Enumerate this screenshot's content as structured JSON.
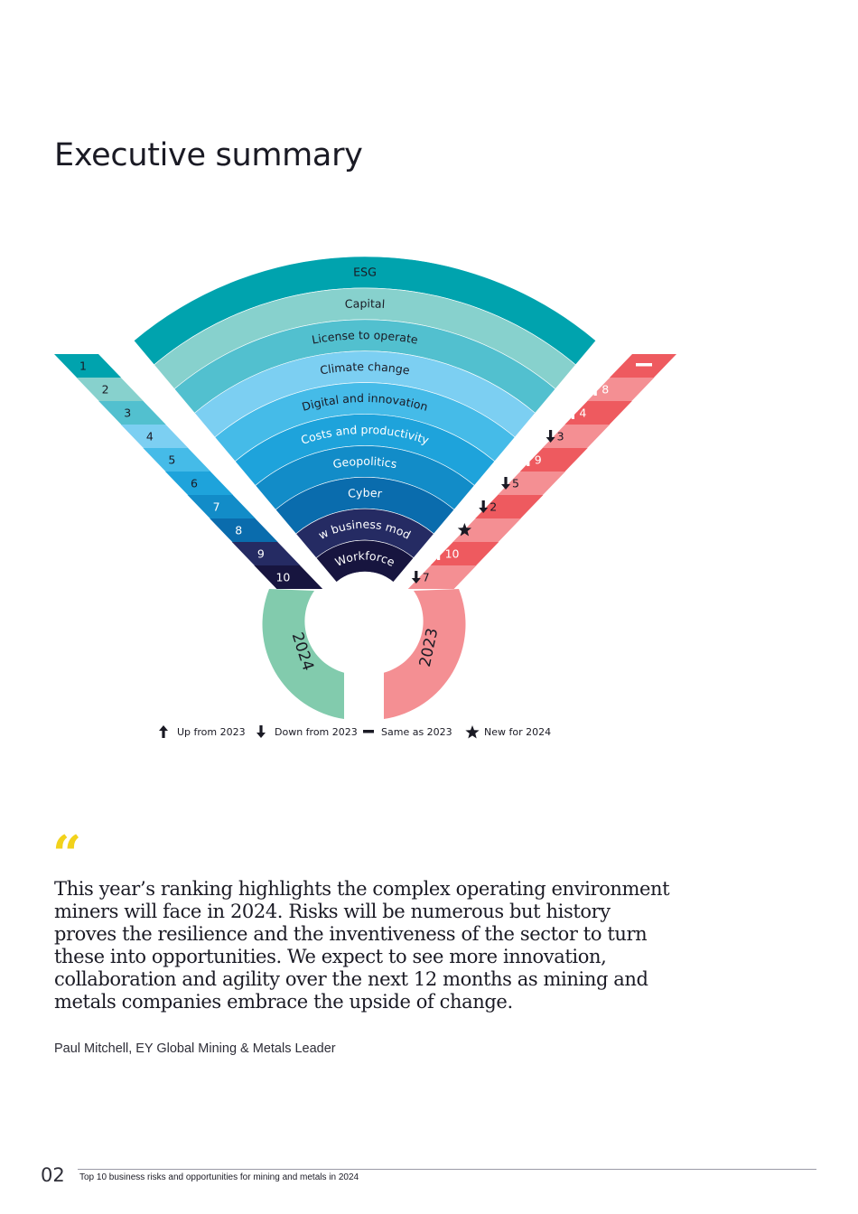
{
  "title": "Executive summary",
  "rings": [
    {
      "label": "ESG",
      "color": "#00a3ae",
      "text": "#1a1a24"
    },
    {
      "label": "Capital",
      "color": "#87d1cd",
      "text": "#1a1a24"
    },
    {
      "label": "License to operate",
      "color": "#52c0cf",
      "text": "#1a1a24"
    },
    {
      "label": "Climate change",
      "color": "#7ccff2",
      "text": "#1a1a24"
    },
    {
      "label": "Digital and innovation",
      "color": "#45bbe8",
      "text": "#1a1a24"
    },
    {
      "label": "Costs and productivity",
      "color": "#1ea3db",
      "text": "#ffffff"
    },
    {
      "label": "Geopolitics",
      "color": "#128cc8",
      "text": "#ffffff"
    },
    {
      "label": "Cyber",
      "color": "#0a6cad",
      "text": "#ffffff"
    },
    {
      "label": "New business models",
      "color": "#252b63",
      "text": "#ffffff"
    },
    {
      "label": "Workforce",
      "color": "#17153f",
      "text": "#ffffff"
    }
  ],
  "ranks_2024": [
    "1",
    "2",
    "3",
    "4",
    "5",
    "6",
    "7",
    "8",
    "9",
    "10"
  ],
  "ranks_2024_colors": [
    "#00a3ae",
    "#87d1cd",
    "#52c0cf",
    "#7ccff2",
    "#45bbe8",
    "#1ea3db",
    "#128cc8",
    "#0a6cad",
    "#252b63",
    "#17153f"
  ],
  "ranks_2024_text": [
    "#1a1a24",
    "#1a1a24",
    "#1a1a24",
    "#1a1a24",
    "#1a1a24",
    "#1a1a24",
    "#ffffff",
    "#ffffff",
    "#ffffff",
    "#ffffff"
  ],
  "ranks_2023": [
    {
      "rank": "",
      "change": "same",
      "icon": "dash-icon"
    },
    {
      "rank": "8",
      "change": "up",
      "icon": "arrow-up-icon"
    },
    {
      "rank": "4",
      "change": "up",
      "icon": "arrow-up-icon"
    },
    {
      "rank": "3",
      "change": "down",
      "icon": "arrow-down-icon"
    },
    {
      "rank": "9",
      "change": "up",
      "icon": "arrow-up-icon"
    },
    {
      "rank": "5",
      "change": "down",
      "icon": "arrow-down-icon"
    },
    {
      "rank": "2",
      "change": "down",
      "icon": "arrow-down-icon"
    },
    {
      "rank": "",
      "change": "new",
      "icon": "star-icon"
    },
    {
      "rank": "10",
      "change": "up",
      "icon": "arrow-up-icon"
    },
    {
      "rank": "7",
      "change": "down",
      "icon": "arrow-down-icon"
    }
  ],
  "ranks_2023_colors": [
    "#ee5a5f",
    "#f48f93",
    "#ee5a5f",
    "#f48f93",
    "#ee5a5f",
    "#f48f93",
    "#ee5a5f",
    "#f48f93",
    "#ee5a5f",
    "#f48f93"
  ],
  "year_2024": "2024",
  "year_2023": "2023",
  "year_2024_color": "#82cbad",
  "year_2023_color": "#f48f93",
  "legend": [
    {
      "icon": "arrow-up-icon",
      "label": "Up from 2023"
    },
    {
      "icon": "arrow-down-icon",
      "label": "Down from 2023"
    },
    {
      "icon": "dash-icon",
      "label": "Same as 2023"
    },
    {
      "icon": "star-icon",
      "label": "New for 2024"
    }
  ],
  "quote": "This year’s ranking highlights the complex operating environment miners will face in 2024. Risks will be numerous but history proves the resilience and the inventiveness of the sector to turn these into opportunities. We expect to see more innovation, collaboration and agility over the next 12 months as mining and metals companies embrace the upside of change.",
  "attribution": "Paul Mitchell, EY Global Mining & Metals Leader",
  "footer": {
    "page_number": "02",
    "text": "Top 10 business risks and opportunities for mining and metals in 2024"
  },
  "colors": {
    "quote_mark": "#f2d21b",
    "ink": "#1a1a24"
  }
}
